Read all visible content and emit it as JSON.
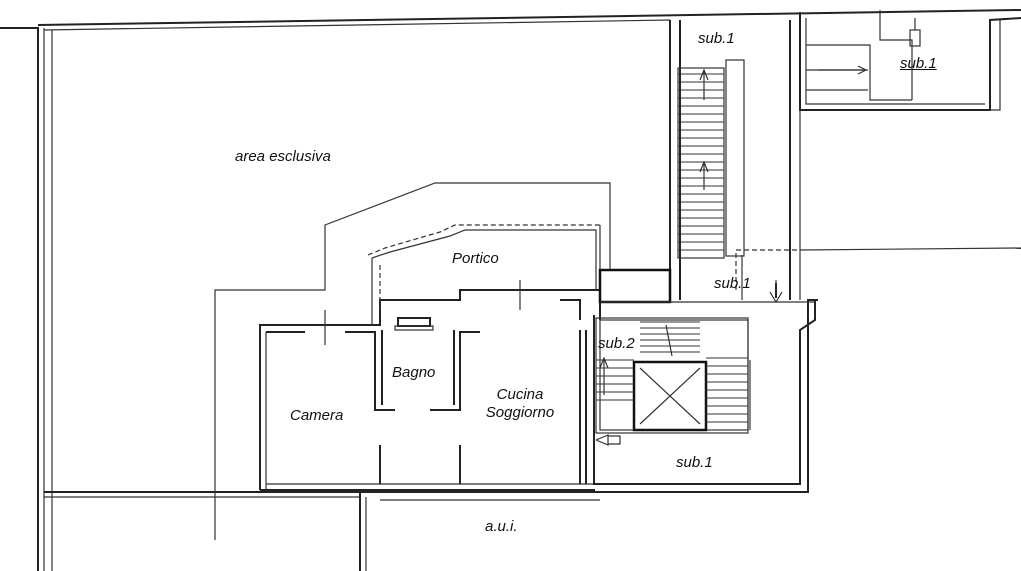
{
  "labels": {
    "area_esclusiva": "area esclusiva",
    "portico": "Portico",
    "bagno": "Bagno",
    "camera": "Camera",
    "cucina": "Cucina",
    "soggiorno": "Soggiorno",
    "sub1_top": "sub.1",
    "sub1_topright": "sub.1",
    "sub1_mid": "sub.1",
    "sub2": "sub.2",
    "sub1_bottom": "sub.1",
    "aui": "a.u.i."
  }
}
